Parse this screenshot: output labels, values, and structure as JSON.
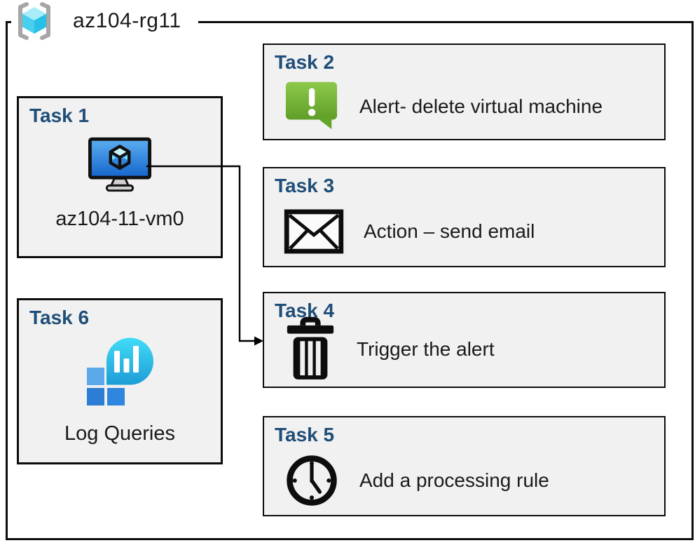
{
  "resource_group": {
    "name": "az104-rg11",
    "icon": "resource-group-icon"
  },
  "tasks": [
    {
      "title": "Task 1",
      "label": "az104-11-vm0",
      "icon": "virtual-machine-icon"
    },
    {
      "title": "Task 2",
      "label": "Alert- delete virtual machine",
      "icon": "alert-message-icon"
    },
    {
      "title": "Task 3",
      "label": "Action – send email",
      "icon": "email-envelope-icon"
    },
    {
      "title": "Task 4",
      "label": "Trigger the alert",
      "icon": "trash-can-icon"
    },
    {
      "title": "Task 5",
      "label": "Add a processing rule",
      "icon": "clock-icon"
    },
    {
      "title": "Task 6",
      "label": "Log Queries",
      "icon": "log-analytics-icon"
    }
  ],
  "connector": {
    "from": "Task 1 virtual machine",
    "to": "Task 4",
    "style": "elbow-arrow"
  },
  "colors": {
    "task_title_blue": "#1f4e79",
    "box_fill": "#f1f1f1",
    "box_border": "#0d0d0d",
    "alert_green_top": "#8dc94b",
    "alert_green_bottom": "#5f9e27",
    "vm_screen_blue_top": "#5caef0",
    "vm_screen_blue_bottom": "#1565cd",
    "log_bubble_cyan_top": "#41dcf7",
    "log_bubble_cyan_bottom": "#1e9cd6",
    "log_square_light": "#5ba9ea",
    "log_square_dark": "#2d7dd6",
    "rg_cube_top": "#a9ecf9",
    "rg_cube_left": "#48cfee",
    "rg_cube_right": "#28c0e7",
    "rg_bracket_gray": "#a6a6a6"
  }
}
